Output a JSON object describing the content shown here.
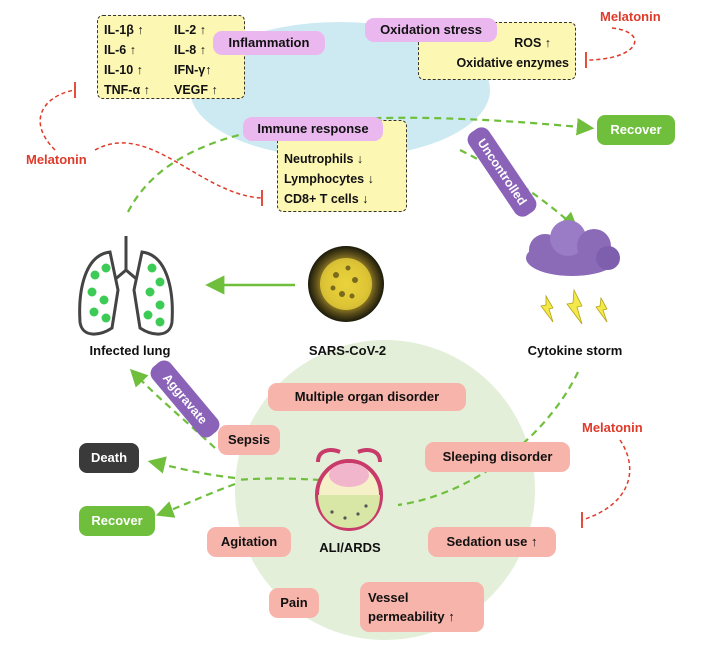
{
  "inflammation": {
    "label": "Inflammation",
    "markers": [
      "IL-1β ↑",
      "IL-2 ↑",
      "IL-6 ↑",
      "IL-8 ↑",
      "IL-10 ↑",
      "IFN-γ↑",
      "TNF-α ↑",
      "VEGF ↑"
    ]
  },
  "oxidation": {
    "label": "Oxidation stress",
    "markers": [
      "ROS ↑",
      "Oxidative enzymes"
    ]
  },
  "immune": {
    "label": "Immune response",
    "markers": [
      "Neutrophils ↓",
      "Lymphocytes ↓",
      "CD8+ T cells ↓"
    ]
  },
  "melatonin_labels": [
    "Melatonin",
    "Melatonin",
    "Melatonin"
  ],
  "recover_labels": [
    "Recover",
    "Recover"
  ],
  "uncontrolled_label": "Uncontrolled",
  "aggravate_label": "Aggravate",
  "captions": {
    "lung": "Infected lung",
    "virus": "SARS-CoV-2",
    "storm": "Cytokine storm",
    "ards": "ALI/ARDS"
  },
  "death_label": "Death",
  "outcomes": {
    "multiple_organ": "Multiple organ disorder",
    "sepsis": "Sepsis",
    "sleeping": "Sleeping disorder",
    "agitation": "Agitation",
    "sedation": "Sedation use ↑",
    "pain": "Pain",
    "vessel_line1": "Vessel",
    "vessel_line2": "permeability ↑"
  },
  "colors": {
    "melatonin": "#e03a2a",
    "arrow_green": "#6fbf3c",
    "recover_green": "#6fbf3c",
    "inhibition_red": "#e03a2a",
    "label_purple": "#8a63b8",
    "pill_pink": "#eab8ee",
    "outcome_salmon": "#f7b4ab",
    "yellow_box": "#fdf7b4",
    "blue_cloud": "#cdeaf3",
    "green_cloud": "#e3efd9"
  },
  "icons": [
    "lung-icon",
    "virus-icon",
    "storm-cloud-icon",
    "lightning-icon",
    "alveolus-icon"
  ]
}
